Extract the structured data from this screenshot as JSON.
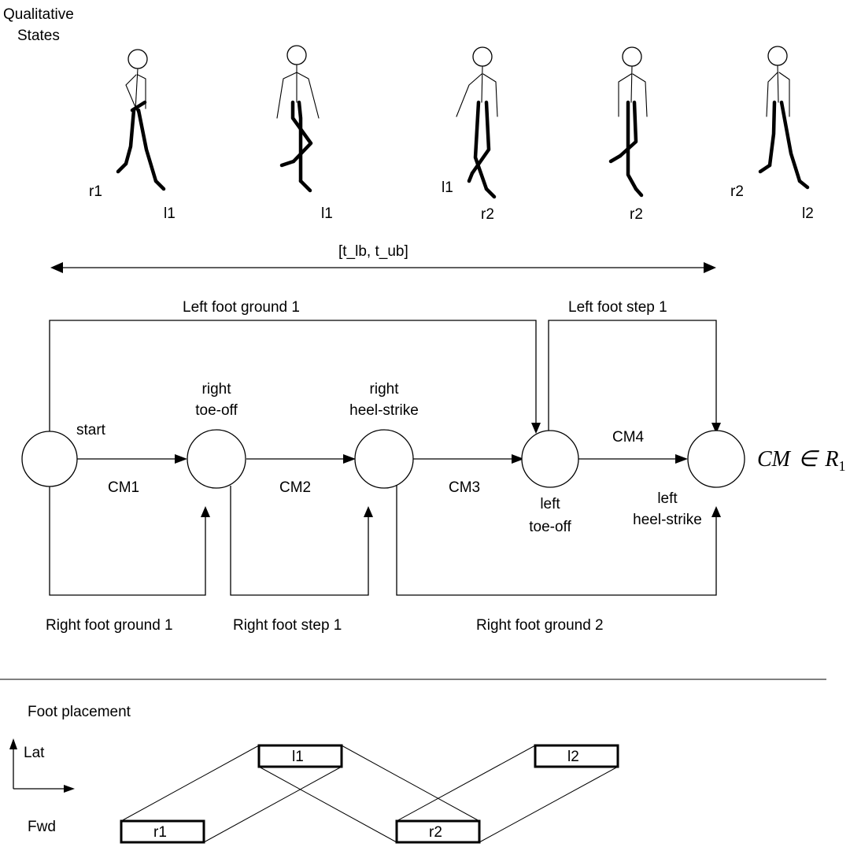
{
  "header": {
    "qualitative_states_line1": "Qualitative",
    "qualitative_states_line2": "States"
  },
  "figures": [
    {
      "label_a": "r1",
      "label_b": "l1"
    },
    {
      "label_a": "",
      "label_b": "l1"
    },
    {
      "label_a": "l1",
      "label_b": "r2"
    },
    {
      "label_a": "",
      "label_b": "r2"
    },
    {
      "label_a": "r2",
      "label_b": "l2"
    }
  ],
  "interval_label": "[t_lb, t_ub]",
  "states": {
    "start": "start",
    "right_toe_off_1": "right",
    "right_toe_off_2": "toe-off",
    "right_heel_strike_1": "right",
    "right_heel_strike_2": "heel-strike",
    "left_toe_off_1": "left",
    "left_toe_off_2": "toe-off",
    "left_heel_strike_1": "left",
    "left_heel_strike_2": "heel-strike"
  },
  "transitions": {
    "cm1": "CM1",
    "cm2": "CM2",
    "cm3": "CM3",
    "cm4": "CM4"
  },
  "constraints": {
    "left_foot_ground_1": "Left foot ground 1",
    "left_foot_step_1": "Left foot step 1",
    "right_foot_ground_1": "Right foot ground 1",
    "right_foot_step_1": "Right foot step 1",
    "right_foot_ground_2": "Right foot ground 2"
  },
  "formula": {
    "lhs": "CM",
    "op": "∈",
    "rhs": "R",
    "sub": "1"
  },
  "foot_placement": {
    "title": "Foot placement",
    "axis_lat": "Lat",
    "axis_fwd": "Fwd",
    "boxes": {
      "r1": "r1",
      "l1": "l1",
      "r2": "r2",
      "l2": "l2"
    }
  }
}
